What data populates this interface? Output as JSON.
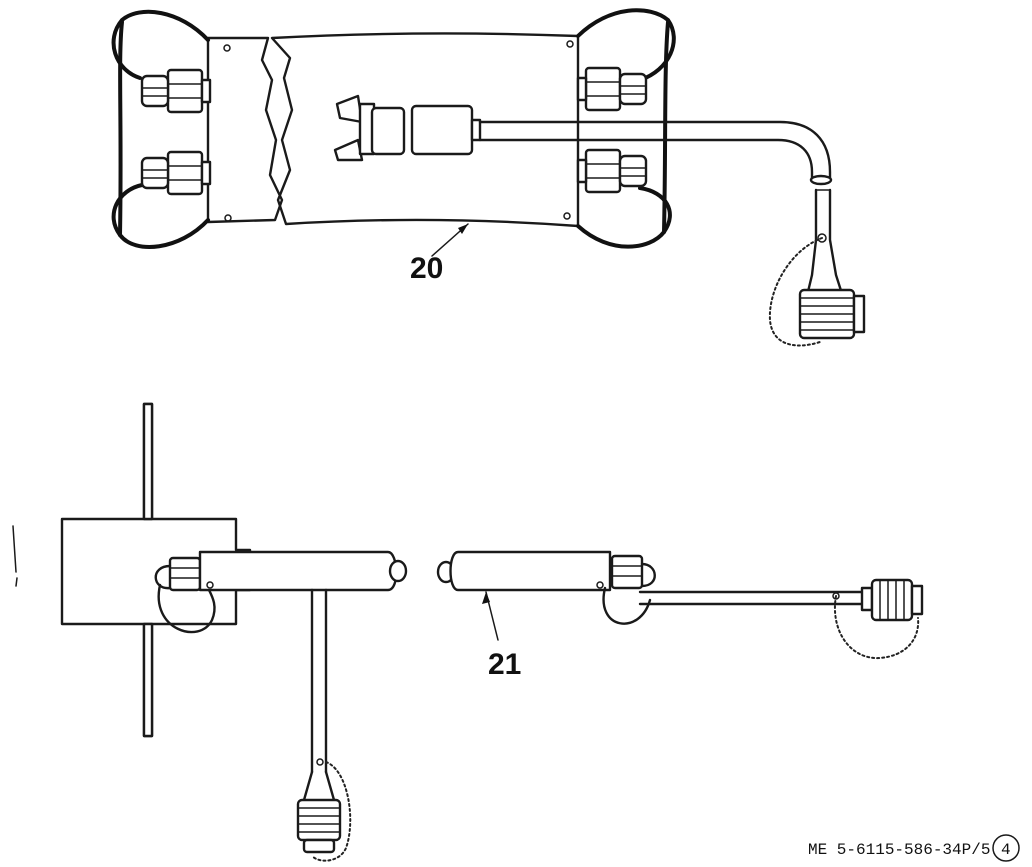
{
  "callouts": {
    "item_20": "20",
    "item_21": "21"
  },
  "figure_id": {
    "text": "ME 5-6115-586-34P/5",
    "circled_number": "4"
  }
}
